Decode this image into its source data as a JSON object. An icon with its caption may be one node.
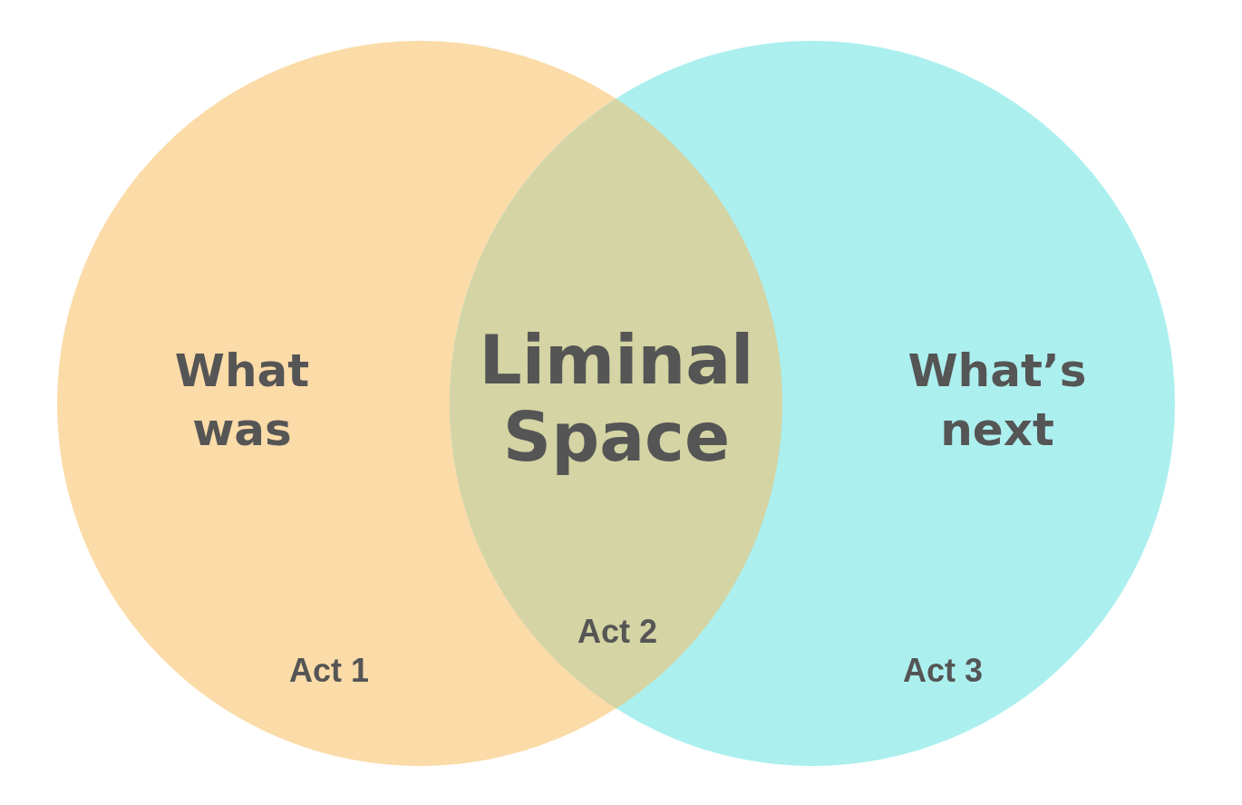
{
  "diagram": {
    "nodes": [
      {
        "text": [
          "What was",
          "Act 1"
        ]
      },
      {
        "text": [
          "What’s next",
          "Act 3"
        ]
      },
      {
        "text": [
          "Liminal Space",
          "Act 2"
        ]
      }
    ]
  }
}
